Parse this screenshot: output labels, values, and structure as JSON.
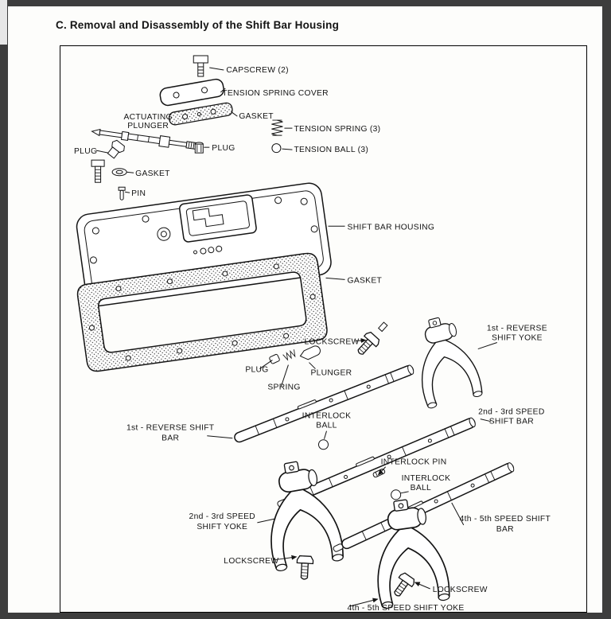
{
  "page": {
    "title": "C. Removal and Disassembly of the Shift Bar Housing"
  },
  "diagram": {
    "labels": {
      "capscrew": "CAPSCREW (2)",
      "tension_spring_cover": "TENSION SPRING COVER",
      "gasket_top": "GASKET",
      "actuating_line1": "ACTUATING",
      "actuating_line2": "PLUNGER",
      "plug_center": "PLUG",
      "tension_spring": "TENSION SPRING (3)",
      "tension_ball": "TENSION BALL (3)",
      "plug_left": "PLUG",
      "gasket_small": "GASKET",
      "pin": "PIN",
      "shift_bar_housing": "SHIFT BAR HOUSING",
      "gasket_large": "GASKET",
      "lockscrew_top": "LOCKSCREW",
      "yoke_1st_line1": "1st - REVERSE",
      "yoke_1st_line2": "SHIFT YOKE",
      "plug_lower": "PLUG",
      "plunger_lower": "PLUNGER",
      "spring_lower": "SPRING",
      "bar_1st_line1": "1st - REVERSE SHIFT",
      "bar_1st_line2": "BAR",
      "interlock_ball_a_line1": "INTERLOCK",
      "interlock_ball_a_line2": "BALL",
      "bar_2nd3rd_line1": "2nd - 3rd SPEED",
      "bar_2nd3rd_line2": "SHIFT BAR",
      "interlock_pin": "INTERLOCK PIN",
      "interlock_ball_b_line1": "INTERLOCK",
      "interlock_ball_b_line2": "BALL",
      "yoke_2nd3rd_line1": "2nd - 3rd SPEED",
      "yoke_2nd3rd_line2": "SHIFT YOKE",
      "bar_4th5th_line1": "4th - 5th SPEED SHIFT",
      "bar_4th5th_line2": "BAR",
      "lockscrew_mid": "LOCKSCREW",
      "lockscrew_bottom": "LOCKSCREW",
      "yoke_4th5th": "4th - 5th SPEED SHIFT YOKE"
    }
  },
  "colors": {
    "canvas_bg": "#3d3d3d",
    "paper": "#fdfdfb",
    "ink": "#141414",
    "scroll_thumb": "#e7e7e7"
  }
}
